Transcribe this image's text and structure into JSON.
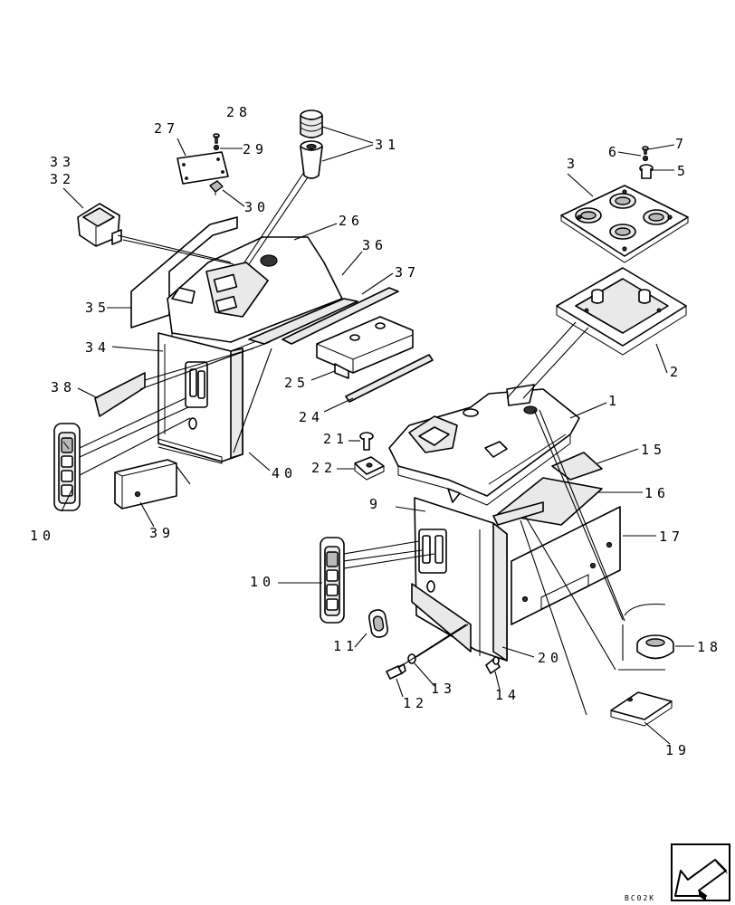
{
  "callouts": [
    {
      "id": "c1",
      "text": "1"
    },
    {
      "id": "c2",
      "text": "2"
    },
    {
      "id": "c3",
      "text": "3"
    },
    {
      "id": "c5",
      "text": "5"
    },
    {
      "id": "c6",
      "text": "6"
    },
    {
      "id": "c7",
      "text": "7"
    },
    {
      "id": "c9",
      "text": "9"
    },
    {
      "id": "c10a",
      "text": "10"
    },
    {
      "id": "c10b",
      "text": "10"
    },
    {
      "id": "c11",
      "text": "11"
    },
    {
      "id": "c12",
      "text": "12"
    },
    {
      "id": "c13",
      "text": "13"
    },
    {
      "id": "c14",
      "text": "14"
    },
    {
      "id": "c15",
      "text": "15"
    },
    {
      "id": "c16",
      "text": "16"
    },
    {
      "id": "c17",
      "text": "17"
    },
    {
      "id": "c18",
      "text": "18"
    },
    {
      "id": "c19",
      "text": "19"
    },
    {
      "id": "c20",
      "text": "20"
    },
    {
      "id": "c21",
      "text": "21"
    },
    {
      "id": "c22",
      "text": "22"
    },
    {
      "id": "c24",
      "text": "24"
    },
    {
      "id": "c25",
      "text": "25"
    },
    {
      "id": "c26",
      "text": "26"
    },
    {
      "id": "c27",
      "text": "27"
    },
    {
      "id": "c28",
      "text": "28"
    },
    {
      "id": "c29",
      "text": "29"
    },
    {
      "id": "c30",
      "text": "30"
    },
    {
      "id": "c31",
      "text": "31"
    },
    {
      "id": "c32",
      "text": "32"
    },
    {
      "id": "c33",
      "text": "33"
    },
    {
      "id": "c34",
      "text": "34"
    },
    {
      "id": "c35",
      "text": "35"
    },
    {
      "id": "c36",
      "text": "36"
    },
    {
      "id": "c37",
      "text": "37"
    },
    {
      "id": "c38",
      "text": "38"
    },
    {
      "id": "c39",
      "text": "39"
    },
    {
      "id": "c40",
      "text": "40"
    }
  ],
  "drawing_code": "BC02K",
  "nav_icon": "arrow-down-left-icon"
}
